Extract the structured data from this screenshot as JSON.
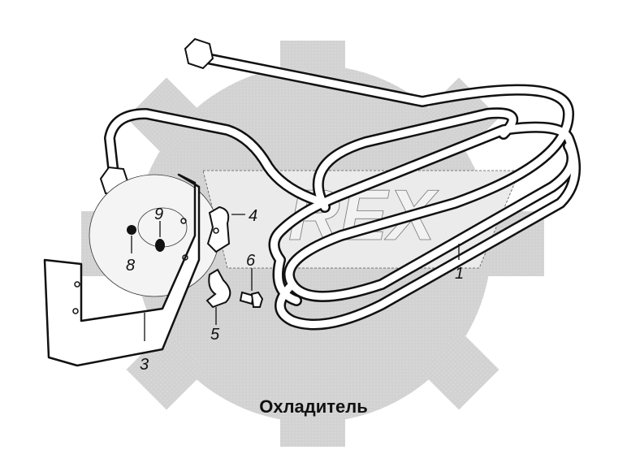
{
  "title": "Охладитель",
  "watermark": "REX",
  "callouts": [
    {
      "id": "1",
      "label": "1"
    },
    {
      "id": "3",
      "label": "3"
    },
    {
      "id": "4",
      "label": "4"
    },
    {
      "id": "5",
      "label": "5"
    },
    {
      "id": "6",
      "label": "6"
    },
    {
      "id": "8",
      "label": "8"
    },
    {
      "id": "9",
      "label": "9"
    }
  ],
  "colors": {
    "watermark_gear": "#cfcfcf",
    "watermark_light": "#e6e6e6",
    "line": "#111111"
  }
}
